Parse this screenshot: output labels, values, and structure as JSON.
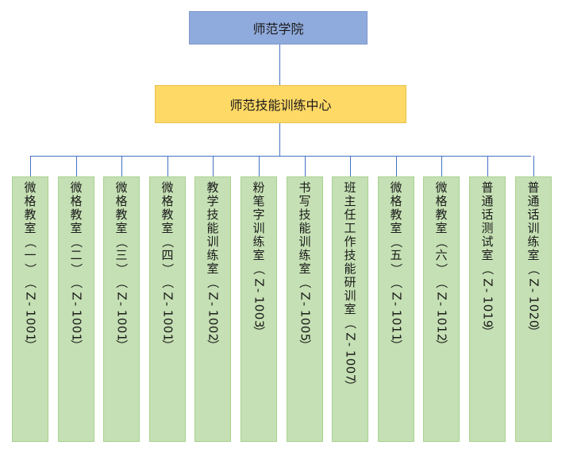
{
  "root": {
    "label": "师范学院"
  },
  "center": {
    "label": "师范技能训练中心"
  },
  "rooms": [
    {
      "label": "微格教室（一）（Z-1001）"
    },
    {
      "label": "微格教室（二）（Z-1001）"
    },
    {
      "label": "微格教室（三）（Z-1001）"
    },
    {
      "label": "微格教室（四）（Z-1001）"
    },
    {
      "label": "教学技能训练室（Z-1002）"
    },
    {
      "label": "粉笔字训练室（Z-1003）"
    },
    {
      "label": "书写技能训练室（Z-1005）"
    },
    {
      "label": "班主任工作技能研训室（Z-1007）"
    },
    {
      "label": "微格教室（五）（Z-1011）"
    },
    {
      "label": "微格教室（六）（Z-1012）"
    },
    {
      "label": "普通话测试室（Z-1019）"
    },
    {
      "label": "普通话训练室（Z-1020）"
    }
  ],
  "colors": {
    "root": "#8faadc",
    "center": "#ffd966",
    "room": "#c5e0b4",
    "connector": "#4472c4"
  }
}
